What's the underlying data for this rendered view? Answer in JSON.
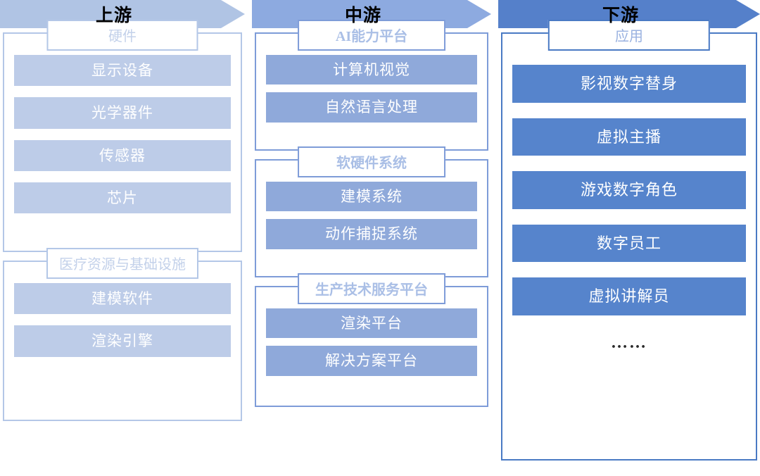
{
  "diagram": {
    "type": "industry-chain",
    "title": "",
    "colors": {
      "upstream_arrow": "#b0c4e4",
      "midstream_arrow": "#8daae0",
      "downstream_arrow": "#5580ca",
      "upstream_bar": "#bdcce8",
      "midstream_bar": "#8fa9da",
      "downstream_bar": "#5684cc",
      "upstream_border": "#b4c7e7",
      "midstream_border": "#7e9cd8",
      "downstream_border": "#4a7ac4",
      "bar_text": "#ffffff",
      "stage_text": "#000000"
    },
    "stages": [
      {
        "key": "upstream",
        "title": "上游",
        "groups": [
          {
            "label": "硬件",
            "items": [
              "显示设备",
              "光学器件",
              "传感器",
              "芯片"
            ]
          },
          {
            "label": "医疗资源与基础设施",
            "items": [
              "建模软件",
              "渲染引擎"
            ]
          }
        ]
      },
      {
        "key": "midstream",
        "title": "中游",
        "groups": [
          {
            "label": "AI能力平台",
            "items": [
              "计算机视觉",
              "自然语言处理"
            ]
          },
          {
            "label": "软硬件系统",
            "items": [
              "建模系统",
              "动作捕捉系统"
            ]
          },
          {
            "label": "生产技术服务平台",
            "items": [
              "渲染平台",
              "解决方案平台"
            ]
          }
        ]
      },
      {
        "key": "downstream",
        "title": "下游",
        "groups": [
          {
            "label": "应用",
            "items": [
              "影视数字替身",
              "虚拟主播",
              "游戏数字角色",
              "数字员工",
              "虚拟讲解员"
            ],
            "ellipsis": "……"
          }
        ]
      }
    ]
  }
}
